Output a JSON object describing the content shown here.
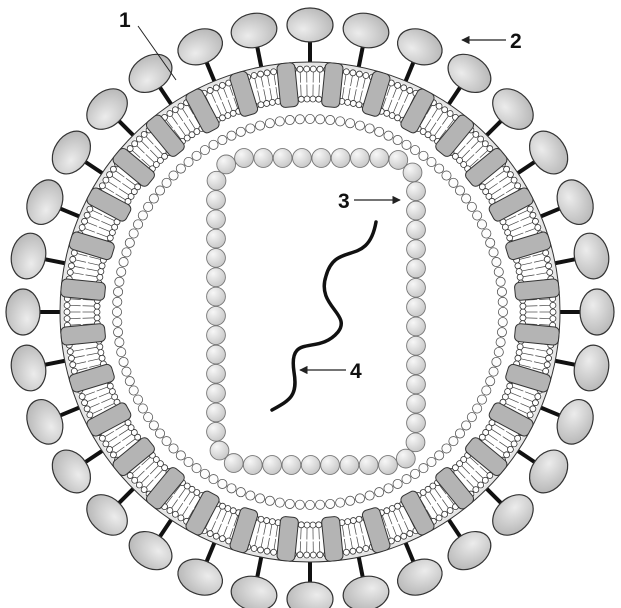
{
  "labels": {
    "envelope": "1",
    "spike": "2",
    "capsid": "3",
    "genome": "4"
  },
  "colors": {
    "background": "#ffffff",
    "stroke": "#333333",
    "protein_fill": "#b4b4b4",
    "protein_light": "#ececec",
    "bead_fill": "#d2d2d2",
    "bead_light": "#f7f7f7",
    "membrane_fill": "#ffffff",
    "stalk": "#111111",
    "matrix_bead": "#fdfdfd",
    "genome_line": "#111111",
    "arrow": "#222222"
  },
  "counts": {
    "spikes": 32,
    "transmembrane_proteins": 32,
    "matrix_beads": 120
  }
}
